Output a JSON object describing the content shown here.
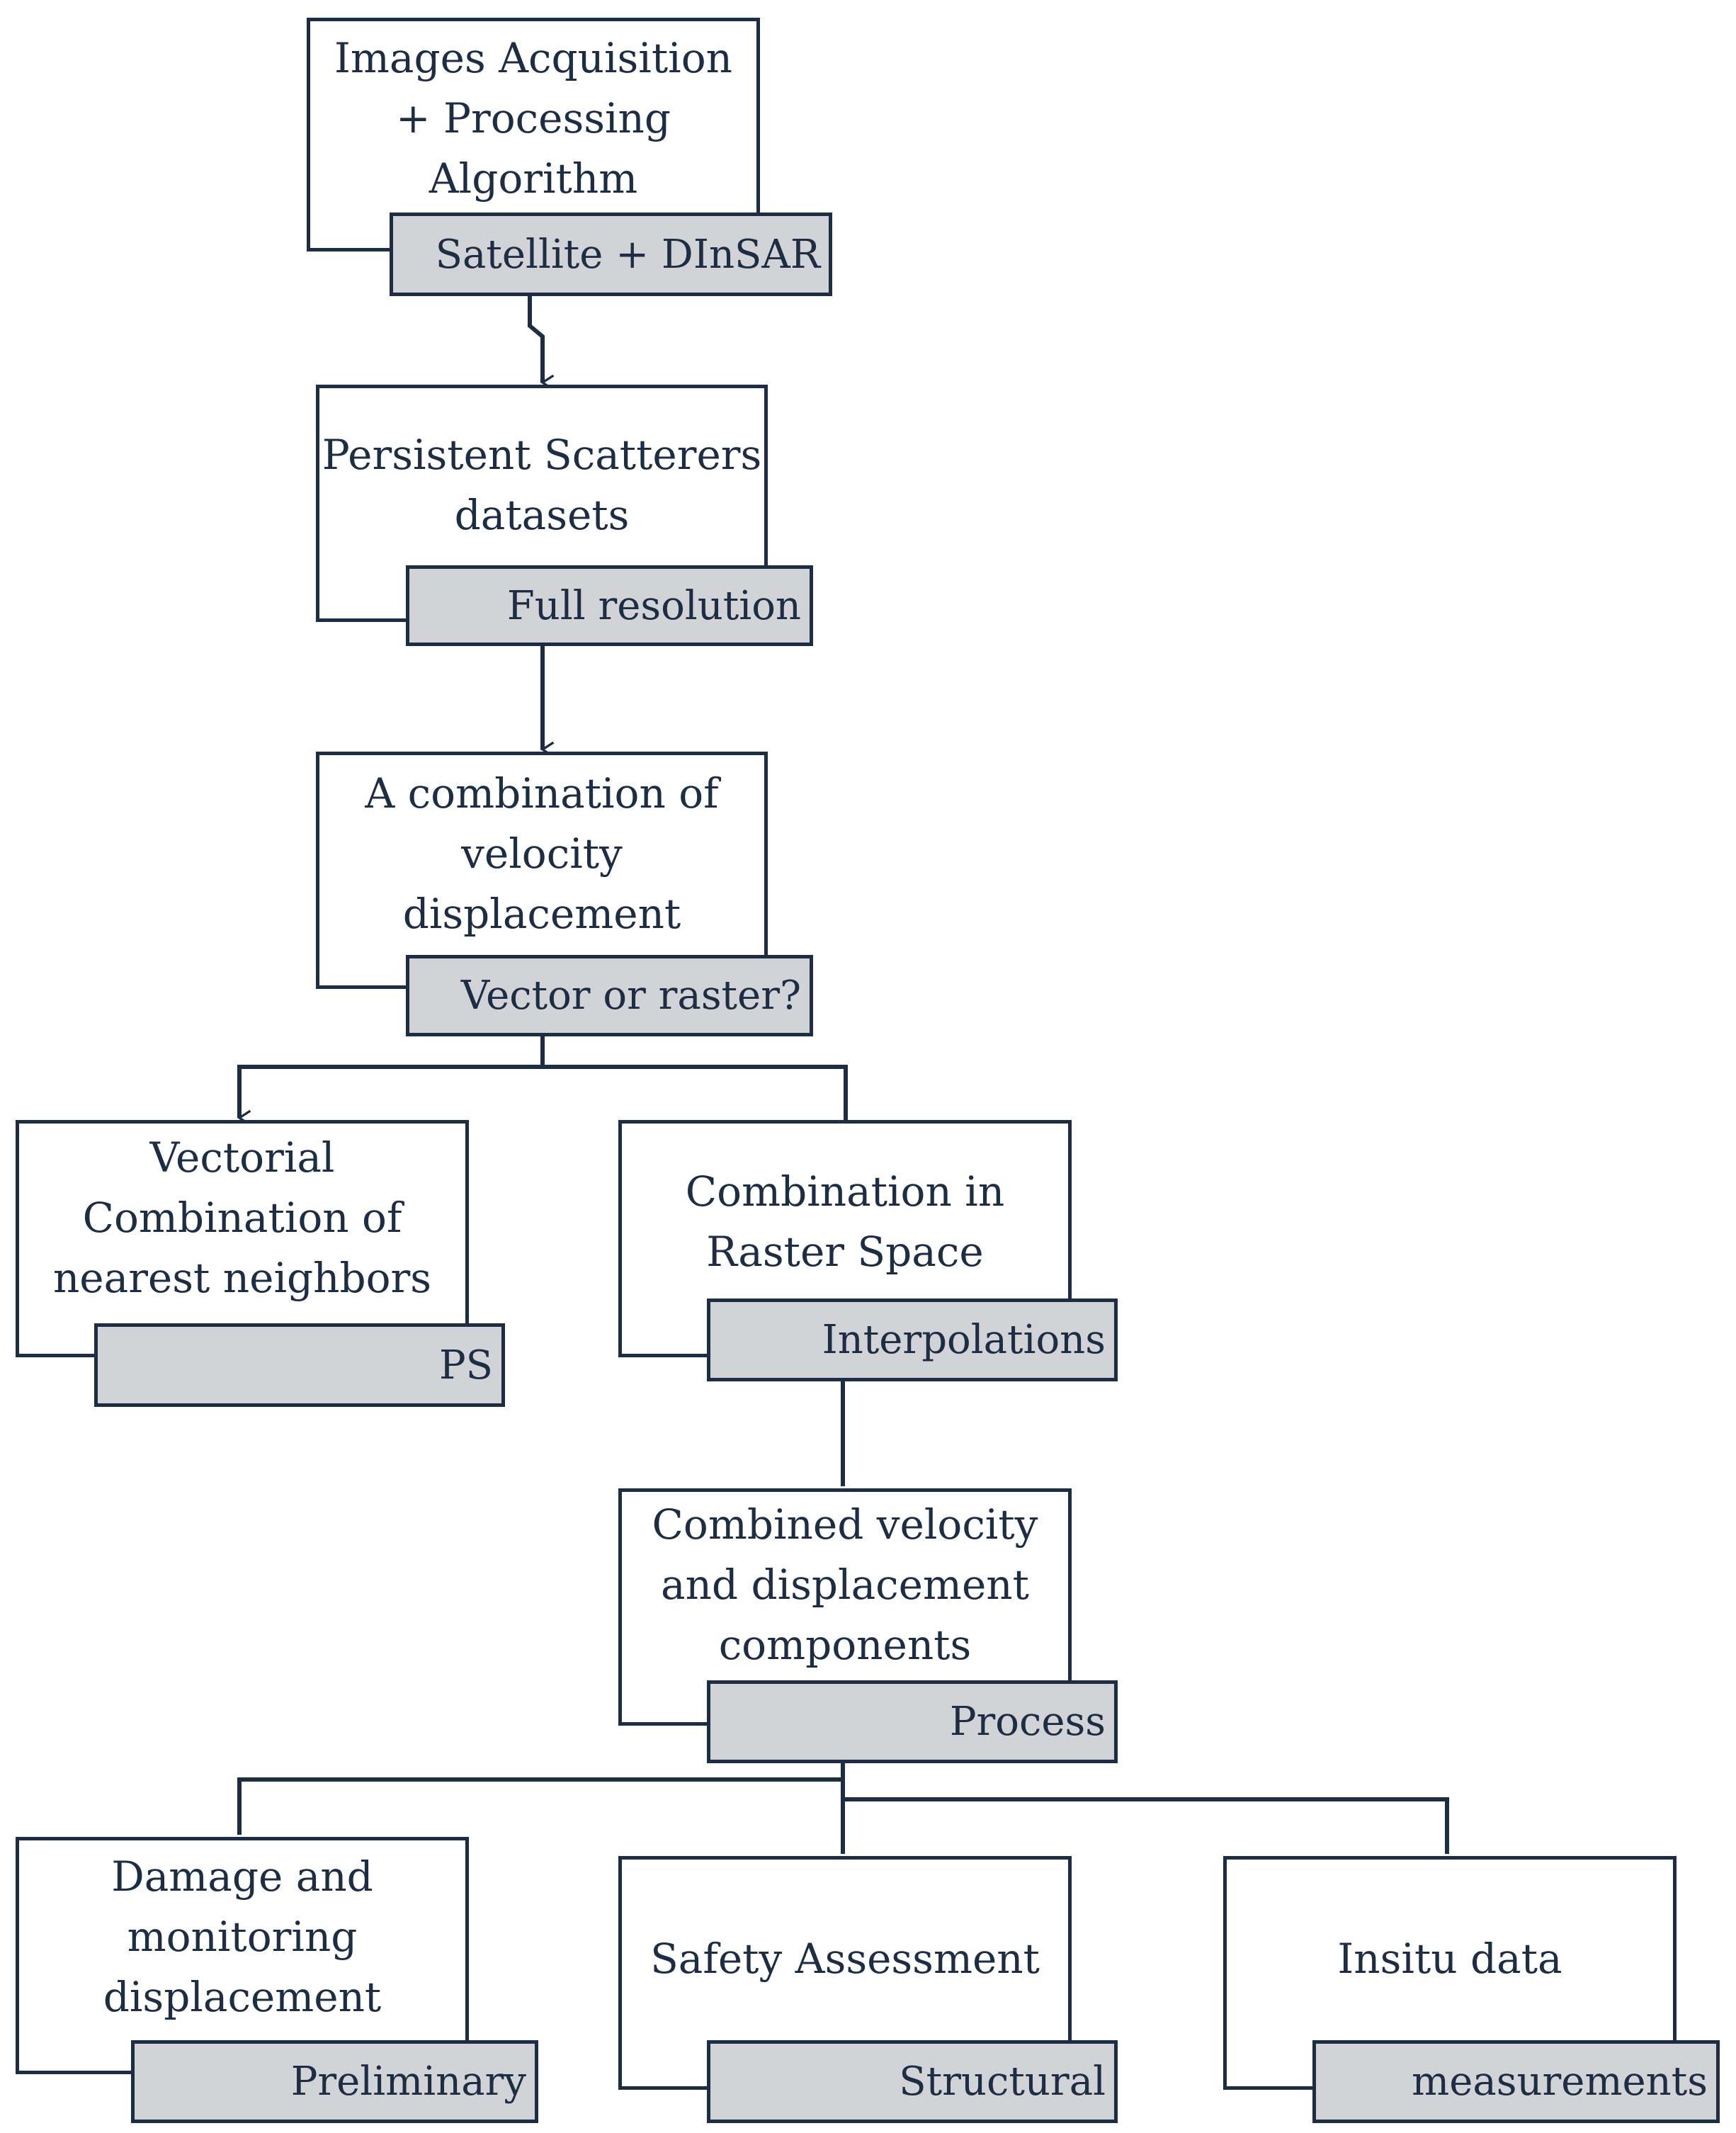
{
  "colors": {
    "line": "#1c2d44",
    "tag_fill": "#d1d3d6",
    "box_fill": "#ffffff",
    "text": "#1c2d44"
  },
  "nodes": [
    {
      "title": "Images Acquisition\n+ Processing\nAlgorithm",
      "tag": "Satellite + DInSAR"
    },
    {
      "title": "Persistent Scatterers\ndatasets",
      "tag": "Full resolution"
    },
    {
      "title": "A combination of\nvelocity\ndisplacement",
      "tag": "Vector or raster?"
    },
    {
      "title": "Vectorial\nCombination of\nnearest neighbors",
      "tag": "PS"
    },
    {
      "title": "Combination in\nRaster Space",
      "tag": "Interpolations"
    },
    {
      "title": "Combined velocity\nand displacement\ncomponents",
      "tag": "Process"
    },
    {
      "title": "Damage and\nmonitoring\ndisplacement",
      "tag": "Preliminary"
    },
    {
      "title": "Safety Assessment",
      "tag": "Structural"
    },
    {
      "title": "Insitu data",
      "tag": "measurements"
    }
  ]
}
